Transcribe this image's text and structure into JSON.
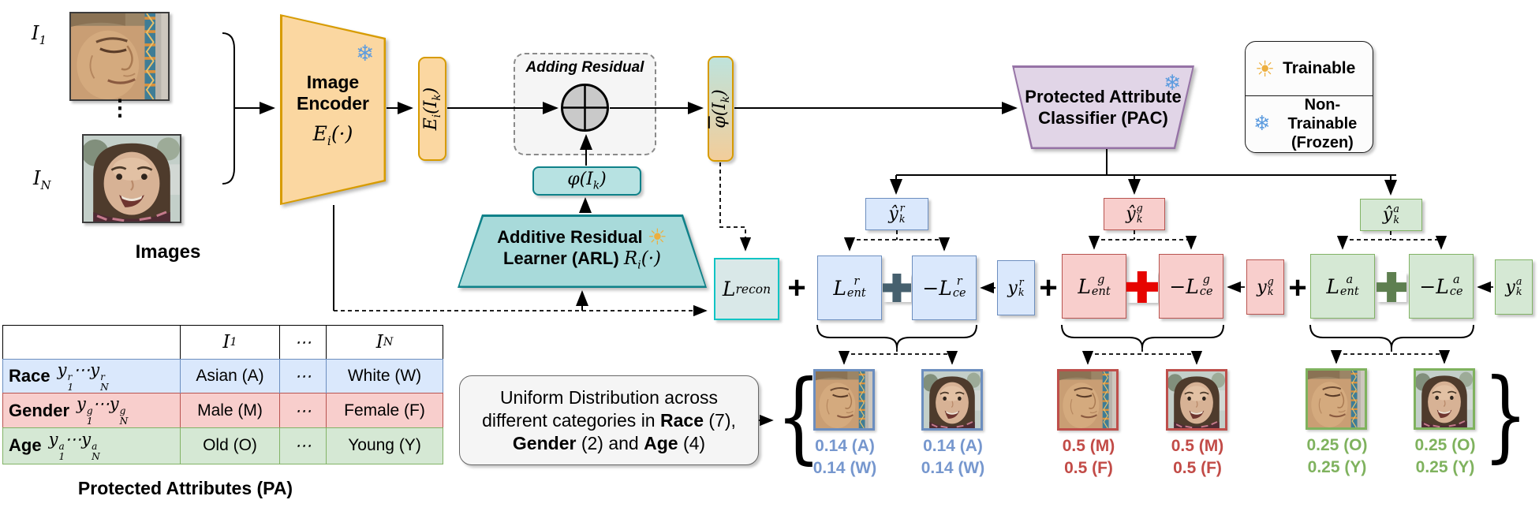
{
  "palette": {
    "blue_fill": "#DAE8FC",
    "blue_border": "#6C8EBF",
    "red_fill": "#F8CECC",
    "red_border": "#B85450",
    "green_fill": "#D5E8D4",
    "green_border": "#82B366",
    "orange_fill": "#FBD7A1",
    "orange_border": "#D79B00",
    "teal_fill": "#A8DADA",
    "teal_border": "#0F8189",
    "teal_light_fill": "#B7E2E2",
    "purple_fill": "#E1D5E7",
    "purple_border": "#9673A6",
    "recon_fill": "#D9E8E8",
    "recon_border": "#0FC4C4",
    "slate_plus": "#46606E",
    "red_plus": "#E60400",
    "green_plus": "#5E7F50",
    "blue_text": "#7697CE",
    "red_text": "#C24B47",
    "green_text": "#7FB25E",
    "panel_gray": "#F5F5F5",
    "sun": "#EDAF3F",
    "snowflake": "#5D9CDF",
    "gradient_top": "#BEE3DC",
    "gradient_bottom": "#F2CD9A"
  },
  "icons": {
    "trainable": "☀",
    "frozen": "❄"
  },
  "images_panel": {
    "i1": "I_{1}",
    "iN": "I_{N}",
    "dots": "⋮",
    "caption": "Images"
  },
  "encoder": {
    "line1": "Image",
    "line2": "Encoder",
    "formula": "E_{i}(·)"
  },
  "encoder_output": "E_{i}(I_{k})",
  "adding_residual": "Adding Residual",
  "residual_label": "φ(I_{k})",
  "arl": {
    "line1": "Additive Residual",
    "line2": "Learner (ARL)",
    "formula": "R_{i}(·)"
  },
  "debiased_label": "φ̄(I_{k})",
  "pac": {
    "line1": "Protected Attribute",
    "line2": "Classifier (PAC)"
  },
  "legend": {
    "trainable": "Trainable",
    "frozen1": "Non-Trainable",
    "frozen2": "(Frozen)"
  },
  "predictions": {
    "race": "ŷ_{k}^{r}",
    "gender": "ŷ_{k}^{g}",
    "age": "ŷ_{k}^{a}"
  },
  "losses": {
    "recon": "L_{recon}",
    "plus": "+",
    "race": {
      "ent": "L_{ent}^{r}",
      "ce": "−L_{ce}^{r}",
      "target": "y_{k}^{r}"
    },
    "gender": {
      "ent": "L_{ent}^{g}",
      "ce": "−L_{ce}^{g}",
      "target": "y_{k}^{g}"
    },
    "age": {
      "ent": "L_{ent}^{a}",
      "ce": "−L_{ce}^{a}",
      "target": "y_{k}^{a}"
    }
  },
  "table": {
    "col_i1": "I_{1}",
    "col_dots": "⋯",
    "col_iN": "I_{N}",
    "rows": [
      {
        "attr": "Race",
        "formula": "y_{1}^{r}⋯y_{N}^{r}",
        "v1": "Asian (A)",
        "dots": "⋯",
        "vN": "White (W)"
      },
      {
        "attr": "Gender",
        "formula": "y_{1}^{g}⋯y_{N}^{g}",
        "v1": "Male (M)",
        "dots": "⋯",
        "vN": "Female (F)"
      },
      {
        "attr": "Age",
        "formula": "y_{1}^{a}⋯y_{N}^{a}",
        "v1": "Old (O)",
        "dots": "⋯",
        "vN": "Young (Y)"
      }
    ],
    "caption": "Protected Attributes (PA)"
  },
  "uniform_box": {
    "l1": "Uniform Distribution across",
    "l2a": "different categories in ",
    "l2b": "Race",
    "l2c": " (7),",
    "l3a": "Gender",
    "l3b": " (2) and ",
    "l3c": "Age",
    "l3d": " (4)"
  },
  "outputs": {
    "race": {
      "p1": "0.14 (A)",
      "p2": "0.14 (W)"
    },
    "gender": {
      "p1": "0.5 (M)",
      "p2": "0.5 (F)"
    },
    "age": {
      "p1": "0.25 (O)",
      "p2": "0.25 (Y)"
    }
  },
  "braces": {
    "left": "{",
    "right": "}"
  }
}
